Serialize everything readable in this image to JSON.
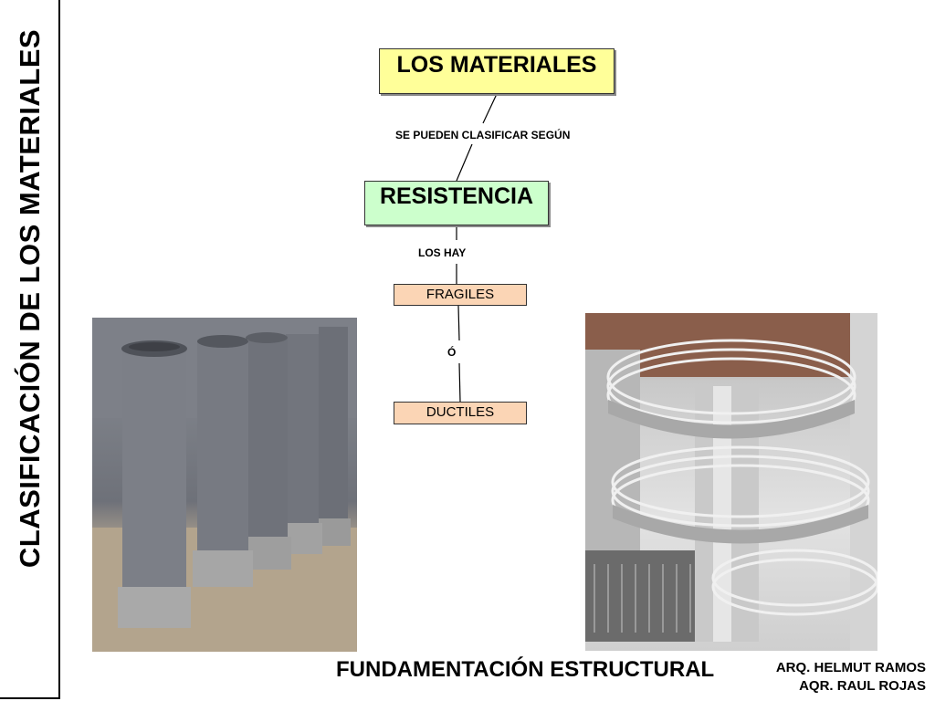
{
  "sidebar": {
    "title": "CLASIFICACIÓN DE LOS MATERIALES"
  },
  "diagram": {
    "root": "LOS MATERIALES",
    "link1": "SE PUEDEN CLASIFICAR SEGÚN",
    "criterion": "RESISTENCIA",
    "link2": "LOS HAY",
    "option1": "FRAGILES",
    "link3": "Ó",
    "option2": "DUCTILES"
  },
  "images": {
    "left": "concrete-pipes-photo",
    "right": "spiral-staircase-photo"
  },
  "footer": {
    "title": "FUNDAMENTACIÓN ESTRUCTURAL",
    "author1": "ARQ. HELMUT RAMOS",
    "author2": "AQR. RAUL ROJAS"
  }
}
